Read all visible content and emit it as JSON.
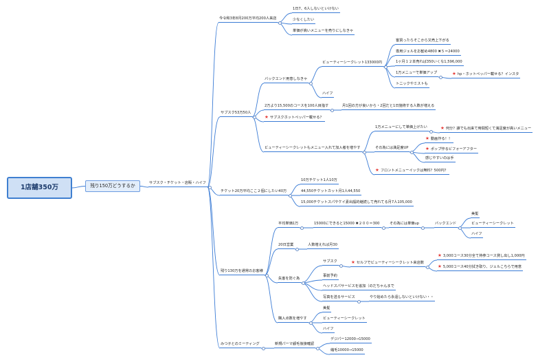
{
  "root": "1店舗350万",
  "main": "残り150万どうするか",
  "nodes": {
    "sub1": "サブスク・チケット・店販・ハイフ",
    "a1": "今令和3年8月200万平均200人来店",
    "a1_1": "1日7、6人しないといけない",
    "a1_2": "少なくしたい",
    "a1_3": "単価が高いメニューを売りにしなきゃ",
    "a2": "サブスク53万50人",
    "b1": "バックエンド用意しなきゃ",
    "b1_1": "ビューティーシークレット133000円",
    "b1_1a": "客質ったらそこから又売上下がる",
    "b1_1b": "専用ジェルをお勧め4800 ✖５＝24000",
    "b1_1c": "1ヶ月１２本売れば350いくな1,596,000",
    "b1_1d": "1万メニューで単価アップ",
    "b1_1d1": "hp・ホットペッパー載せる？インスタ",
    "b1_1e": "トニックやミストも",
    "b1_2": "ハイフ",
    "b2": "2万より15,500のコースを100人目指す",
    "b2_1": "月1回の方が良いから・2回だと1日施術する人数が増える",
    "b3": "サブスクホットペッパー載せる？",
    "b4": "ビューティーシークレットもメニュー入れて加入者を増やす",
    "b4_1": "1万メニューにして単価上げたい",
    "b4_1a": "何分？誰でも出来て時間短くて満足度が高いメニュー",
    "b4_2": "その為には満足度UP",
    "b4_2a": "動画作る！！",
    "b4_2b": "ポップ作るビフォーアフター",
    "b4_2c": "感じやすいのは手",
    "b4_3": "フロントメニューイックは無料？500円？",
    "a3": "チケット20万平均ここ２個にしたい40万",
    "c1": "10万チケット1人10万",
    "c2": "44,550チケットカット月1人44,550",
    "c3": "15,000チケットスパやケイ素出般的継続して売れてる月7人105,000",
    "a4": "残り130万を通常のお客様",
    "d1": "平均単価1万",
    "d1_1": "15000にできると15000 ✖２００＝300",
    "d1_2": "その為には単価up",
    "d1_3": "バックエンド",
    "d1_3a": "美髪",
    "d1_3b": "ビューティーシークレット",
    "d1_3c": "ハイフ",
    "d2": "20日営業",
    "d2_1": "人数増えれば月30",
    "d3": "失客を防ぐ為",
    "d3_1": "サブスク",
    "d3_1a": "セルフでビューティーシークレット来店数",
    "d3_1a1": "3,000コース30分全て持参コース貸し出し1,000円",
    "d3_1a2": "5,000コース40分拭き取り、ジェルこちらで用意",
    "d3_2": "事前予約",
    "d3_3": "ヘッドスパサービスを追加（のだちゃんまで",
    "d3_4": "写真を送るサービス",
    "d3_4a": "やり始めたら永遠しないといけない・・",
    "d4": "購入点数を増やす",
    "d4_1": "美髪",
    "d4_2": "ビューティーシークレット",
    "d4_3": "ハイフ",
    "a5": "みつ子とのミーティング",
    "e1": "新規パーマ顧毛後接確認",
    "e1_1": "デジパー12000→15000",
    "e1_2": "縮毛10000→15000"
  },
  "colors": {
    "line": "#3a7bd5",
    "star": "#e53935",
    "root_fill": "#cfe0f5"
  }
}
